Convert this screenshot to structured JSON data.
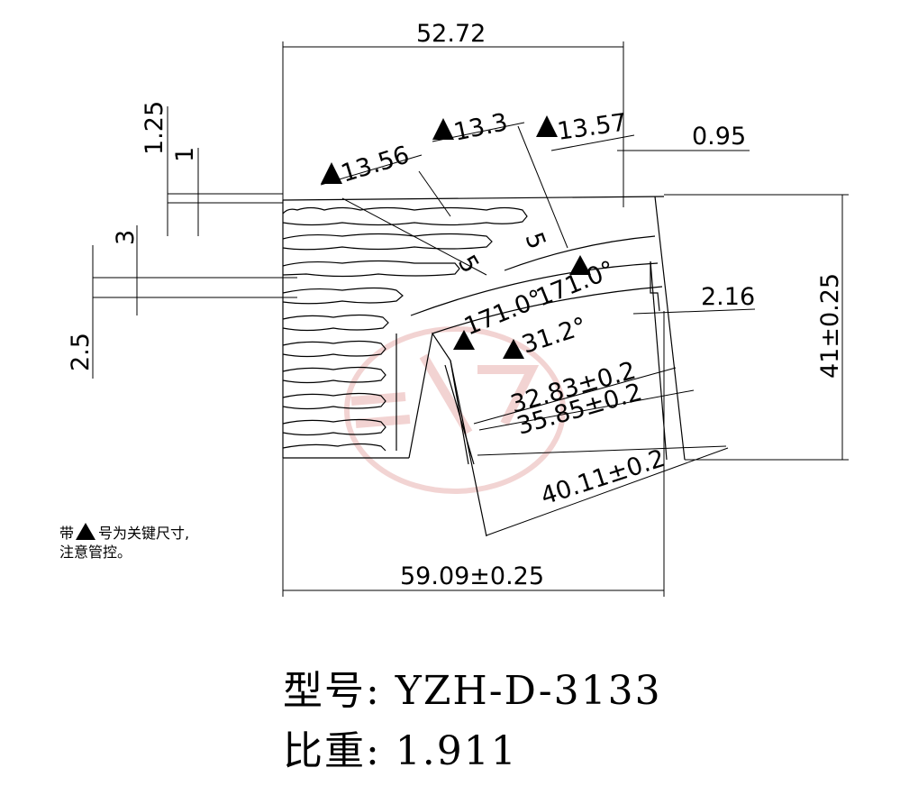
{
  "dimensions": {
    "overall_width_top": "52.72",
    "fin_thickness_top": "1.25",
    "fin_thickness_inner": "1",
    "fin_pitch": "3",
    "fin_gap": "2.5",
    "fin_key_1": "13.56",
    "fin_key_2": "13.3",
    "fin_key_3": "13.57",
    "wall_thickness": "0.95",
    "slot_5_a": "5",
    "slot_5_b": "5",
    "angle_1": "171.0°",
    "angle_2": "171.0°",
    "angle_3": "31.2°",
    "step": "2.16",
    "height": "41±0.25",
    "chord_1": "32.83±0.2",
    "chord_2": "35.85±0.2",
    "chord_3": "40.11±0.2",
    "bottom_width": "59.09±0.25"
  },
  "note": {
    "prefix": "带",
    "key_symbol": "triangle",
    "line1_suffix": "号为关键尺寸,",
    "line2": "注意管控。"
  },
  "info": {
    "model_line": "型号: YZH-D-3133",
    "density_line": "比重: 1.911"
  },
  "watermark": {
    "color": "#e8b0ae"
  }
}
